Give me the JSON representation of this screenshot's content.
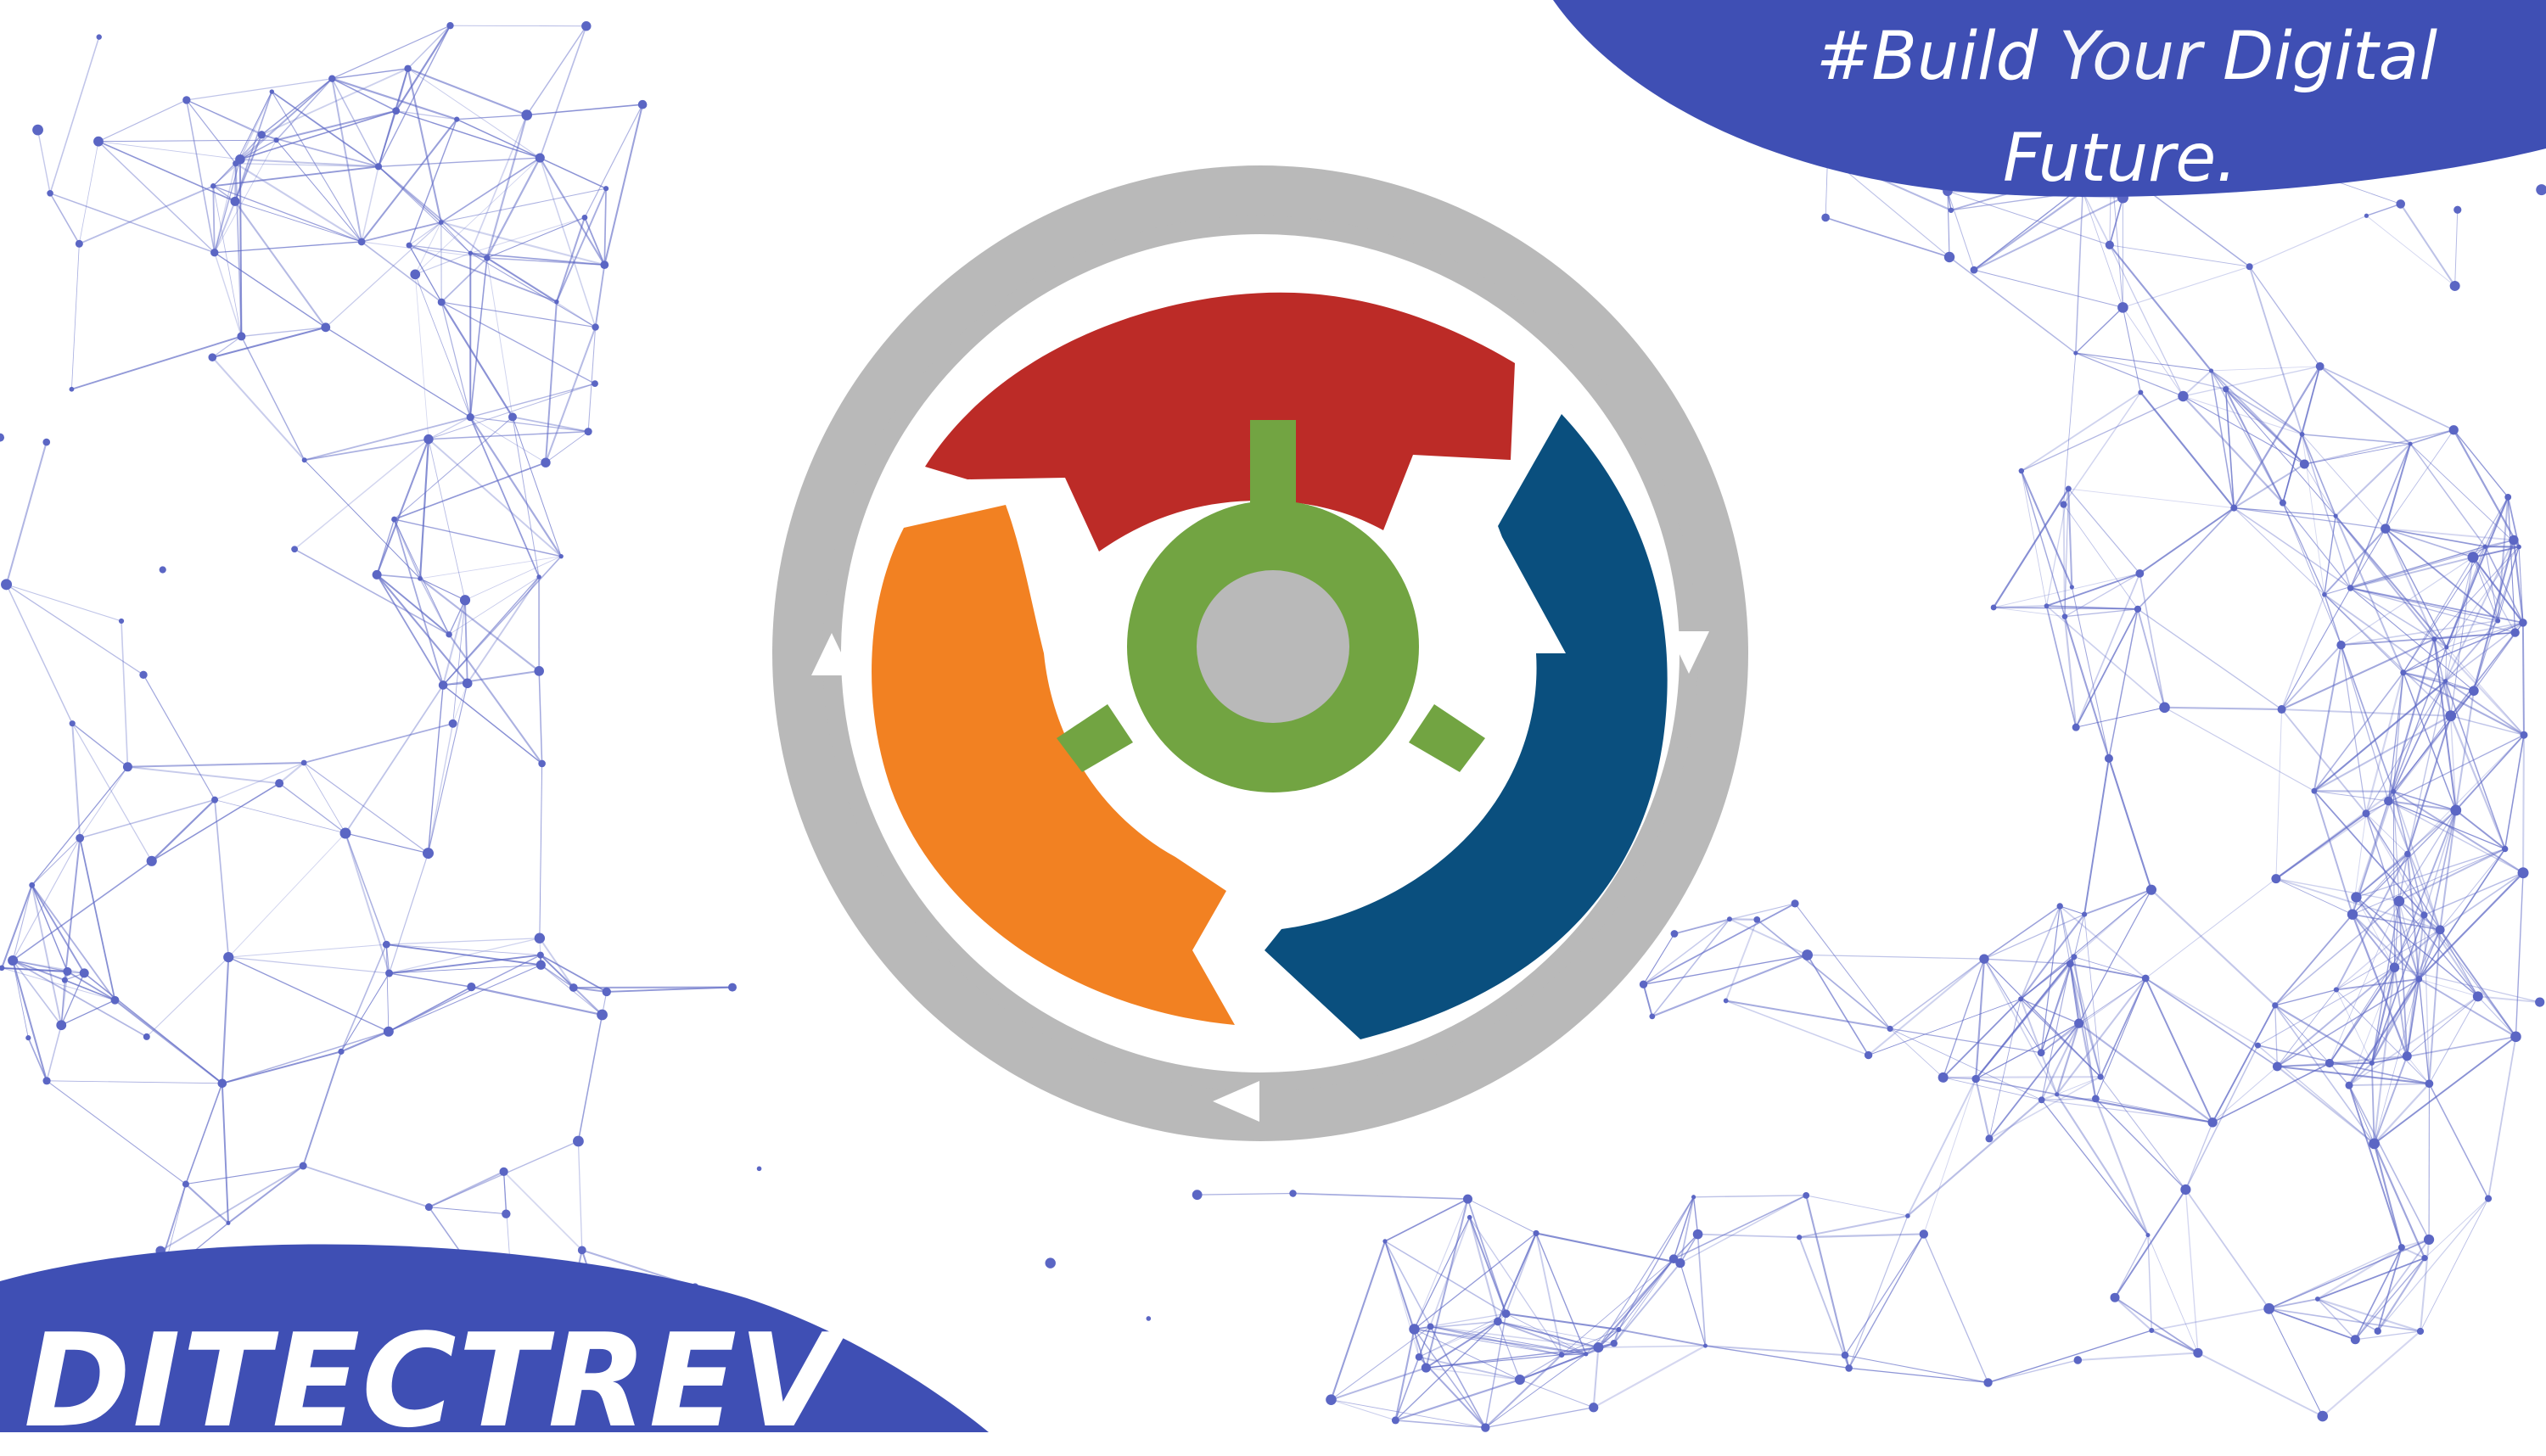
{
  "tagline": {
    "line1_part1": "#Build",
    "line1_part2": "Your",
    "line1_part3": "Digital",
    "line2": "Future."
  },
  "brand": {
    "name": "DITECTREV"
  },
  "colors": {
    "banner": "#3f4fb4",
    "network_lines": "#5b66c4",
    "ring": "#b9b9b9",
    "red_segment": "#bc2b27",
    "blue_segment": "#0a4f7e",
    "orange_segment": "#f28122",
    "green_hub": "#72a442",
    "hub_center": "#b9b9b9"
  },
  "icons": {
    "logo": "cycle-arrows-logo-icon",
    "background": "network-mesh-graphic"
  }
}
